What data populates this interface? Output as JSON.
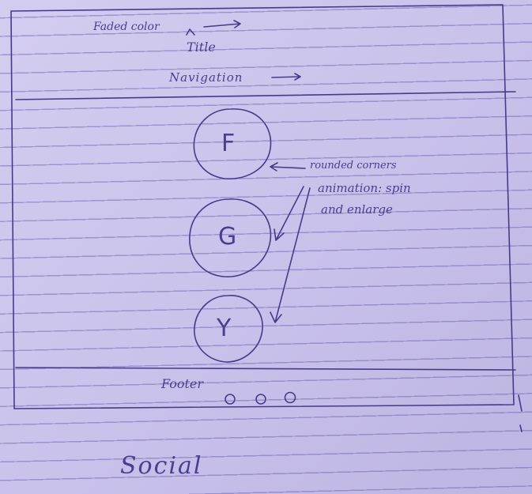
{
  "header": {
    "faded_color_note": "Faded color",
    "title_label": "Title",
    "navigation_label": "Navigation"
  },
  "social_buttons": [
    {
      "letter": "F"
    },
    {
      "letter": "G"
    },
    {
      "letter": "Y"
    }
  ],
  "annotations": {
    "rounded_corners": "rounded corners",
    "animation_line1": "animation: spin",
    "animation_line2": "and enlarge"
  },
  "footer": {
    "label": "Footer",
    "dots_count": 3
  },
  "caption": "Social"
}
